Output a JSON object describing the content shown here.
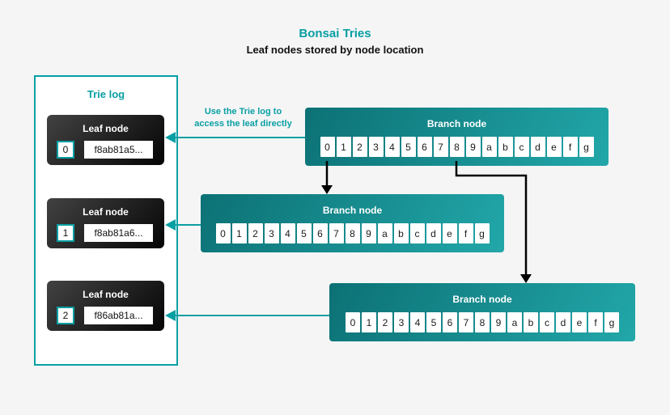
{
  "header": {
    "title": "Bonsai Tries",
    "subtitle": "Leaf nodes stored by node location"
  },
  "colors": {
    "accent": "#089FA3",
    "branch_gradient_start": "#0C7175",
    "branch_gradient_end": "#22A7A9",
    "leaf_gradient_start": "#424242",
    "leaf_gradient_end": "#050505",
    "background": "#F5F5F6",
    "arrow_black": "#000000"
  },
  "annotation": {
    "line1": "Use the Trie log to",
    "line2": "access the leaf directly"
  },
  "trie_log": {
    "title": "Trie log",
    "leaf_label": "Leaf node",
    "leaves": [
      {
        "index": "0",
        "hash": "f8ab81a5..."
      },
      {
        "index": "1",
        "hash": "f8ab81a6..."
      },
      {
        "index": "2",
        "hash": "f86ab81a..."
      }
    ]
  },
  "branch_nodes": [
    {
      "label": "Branch node",
      "cells": [
        "0",
        "1",
        "2",
        "3",
        "4",
        "5",
        "6",
        "7",
        "8",
        "9",
        "a",
        "b",
        "c",
        "d",
        "e",
        "f",
        "g"
      ]
    },
    {
      "label": "Branch node",
      "cells": [
        "0",
        "1",
        "2",
        "3",
        "4",
        "5",
        "6",
        "7",
        "8",
        "9",
        "a",
        "b",
        "c",
        "d",
        "e",
        "f",
        "g"
      ]
    },
    {
      "label": "Branch node",
      "cells": [
        "0",
        "1",
        "2",
        "3",
        "4",
        "5",
        "6",
        "7",
        "8",
        "9",
        "a",
        "b",
        "c",
        "d",
        "e",
        "f",
        "g"
      ]
    }
  ]
}
